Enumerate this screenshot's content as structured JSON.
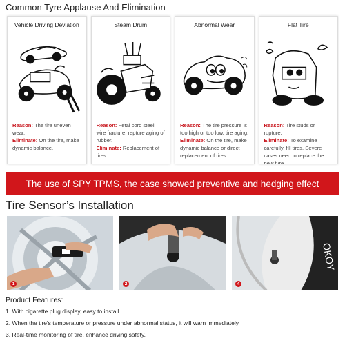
{
  "section1": {
    "title": "Common Tyre Applause And Elimination"
  },
  "cards": [
    {
      "title": "Vehicle Driving Deviation",
      "reason_label": "Reason:",
      "reason": "The tire uneven wear.",
      "eliminate_label": "Eliminate:",
      "eliminate": "On the tire, make dynamic balance."
    },
    {
      "title": "Steam Drum",
      "reason_label": "Reason:",
      "reason": "Fetal cord steel wire fracture, repture aging of rubber.",
      "eliminate_label": "Eliminate:",
      "eliminate": "Replacement of tires."
    },
    {
      "title": "Abnormal Wear",
      "reason_label": "Reason:",
      "reason": "The tire pressure is too high or too low, tire aging.",
      "eliminate_label": "Eliminate:",
      "eliminate": "On the tire, make dynamic balance or direct replacement of tires."
    },
    {
      "title": "Flat Tire",
      "reason_label": "Reason:",
      "reason": "Tire studs or rupture.",
      "eliminate_label": "Eliminate:",
      "eliminate": "To examine carefully, fill tires. Severe cases need to replace the new tyre."
    }
  ],
  "banner": {
    "text": "The use of SPY TPMS, the case showed preventive and hedging effect"
  },
  "installation": {
    "title": "Tire Sensor’s Installation",
    "steps": [
      "1",
      "2",
      "4"
    ],
    "sidewall_text": "OKOY"
  },
  "features": {
    "heading": "Product Features:",
    "items": [
      "1. With cigarette plug display, easy to install.",
      "2. When the tire's temperature or pressure under abnormal status, it will warn immediately.",
      "3. Real-time monitoring of tire, enhance driving safety."
    ]
  },
  "colors": {
    "accent": "#d1161b",
    "reason": "#c8161d"
  }
}
